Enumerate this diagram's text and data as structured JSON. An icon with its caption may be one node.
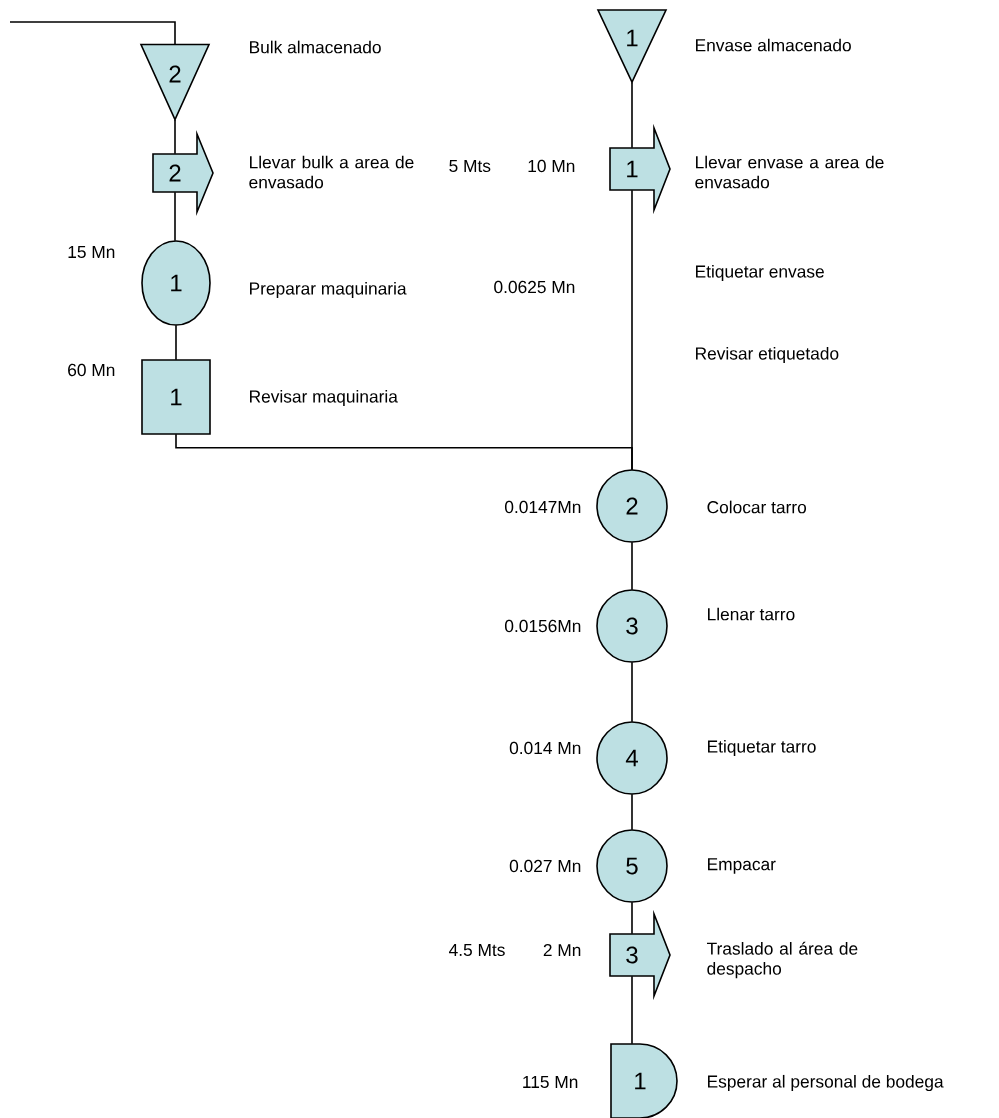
{
  "diagram": {
    "nodes": [
      {
        "text": [
          "2"
        ],
        "beside": [
          "Bulk almacenado"
        ]
      },
      {
        "text": [
          "2"
        ],
        "beside": [
          "Llevar bulk a area de envasado"
        ]
      },
      {
        "text": [
          "1"
        ],
        "beside": [
          "15 Mn",
          "Preparar maquinaria"
        ]
      },
      {
        "text": [
          "1"
        ],
        "beside": [
          "60 Mn",
          "Revisar maquinaria"
        ]
      },
      {
        "text": [
          "1"
        ],
        "beside": [
          "Envase almacenado"
        ]
      },
      {
        "text": [
          "1"
        ],
        "beside": [
          "5 Mts",
          "10 Mn",
          "Llevar envase a area de envasado"
        ]
      },
      {
        "text": [
          "2"
        ],
        "beside": [
          "0.0147Mn",
          "Colocar tarro"
        ]
      },
      {
        "text": [
          "3"
        ],
        "beside": [
          "0.0156Mn",
          "Llenar tarro"
        ]
      },
      {
        "text": [
          "4"
        ],
        "beside": [
          "0.014 Mn",
          "Etiquetar tarro"
        ]
      },
      {
        "text": [
          "5"
        ],
        "beside": [
          "0.027 Mn",
          "Empacar"
        ]
      },
      {
        "text": [
          "3"
        ],
        "beside": [
          "4.5 Mts",
          "2 Mn",
          "Traslado al área de despacho"
        ]
      },
      {
        "text": [
          "1"
        ],
        "beside": [
          "115 Mn",
          "Esperar al personal de bodega"
        ]
      }
    ],
    "edges": [
      {
        "from": null,
        "to": 0,
        "arrow": "none"
      },
      {
        "from": 0,
        "to": 1,
        "arrow": "none"
      },
      {
        "from": 1,
        "to": 2,
        "arrow": "none"
      },
      {
        "from": 2,
        "to": 3,
        "arrow": "none"
      },
      {
        "from": 4,
        "to": 5,
        "arrow": "none"
      },
      {
        "from": 5,
        "to": 6,
        "arrow": "none"
      },
      {
        "from": 3,
        "to": 6,
        "arrow": "none"
      },
      {
        "from": 6,
        "to": 7,
        "arrow": "none"
      },
      {
        "from": 7,
        "to": 8,
        "arrow": "none"
      },
      {
        "from": 8,
        "to": 9,
        "arrow": "none"
      },
      {
        "from": 9,
        "to": 10,
        "arrow": "none"
      },
      {
        "from": 10,
        "to": 11,
        "arrow": "none"
      }
    ],
    "labels": [
      "Etiquetar envase",
      "0.0625 Mn",
      "Revisar etiquetado"
    ]
  }
}
